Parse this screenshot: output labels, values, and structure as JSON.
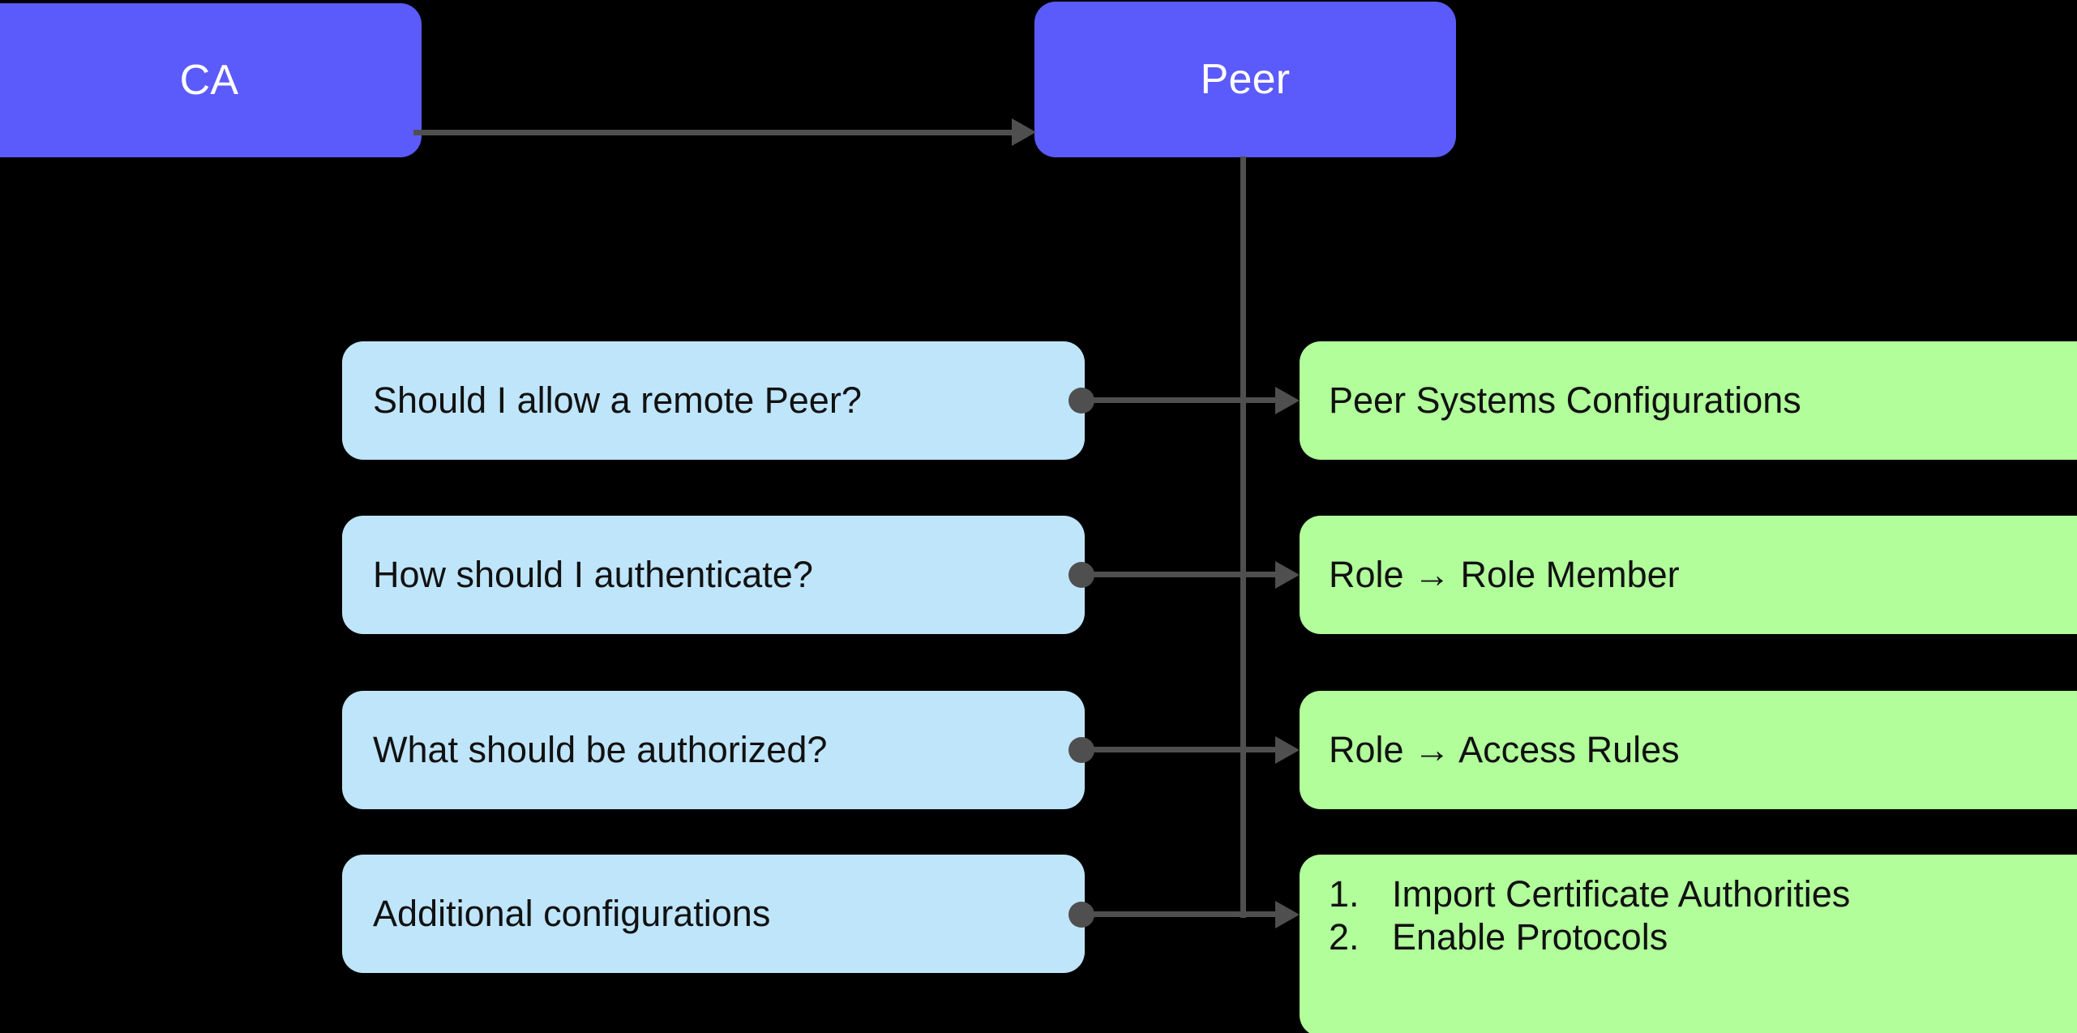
{
  "diagram": {
    "title_nodes": {
      "ca": "CA",
      "peer": "Peer"
    },
    "rows": [
      {
        "question": "Should I allow a remote Peer?",
        "answer": "Peer Systems Configurations"
      },
      {
        "question": "How should I authenticate?",
        "answer": "Role → Role Member"
      },
      {
        "question": "What should be authorized?",
        "answer": "Role → Access Rules"
      },
      {
        "question": "Additional configurations",
        "answer_list": [
          {
            "number": "1.",
            "text": "Import Certificate Authorities"
          },
          {
            "number": "2.",
            "text": "Enable Protocols"
          }
        ]
      }
    ],
    "colors": {
      "background": "#000000",
      "primary_node": "#5B5BFB",
      "primary_node_text": "#FFFFFF",
      "question_node": "#BFE5FB",
      "answer_node": "#B1FE9B",
      "node_text": "#111111",
      "connector": "#4F4F4F"
    }
  }
}
